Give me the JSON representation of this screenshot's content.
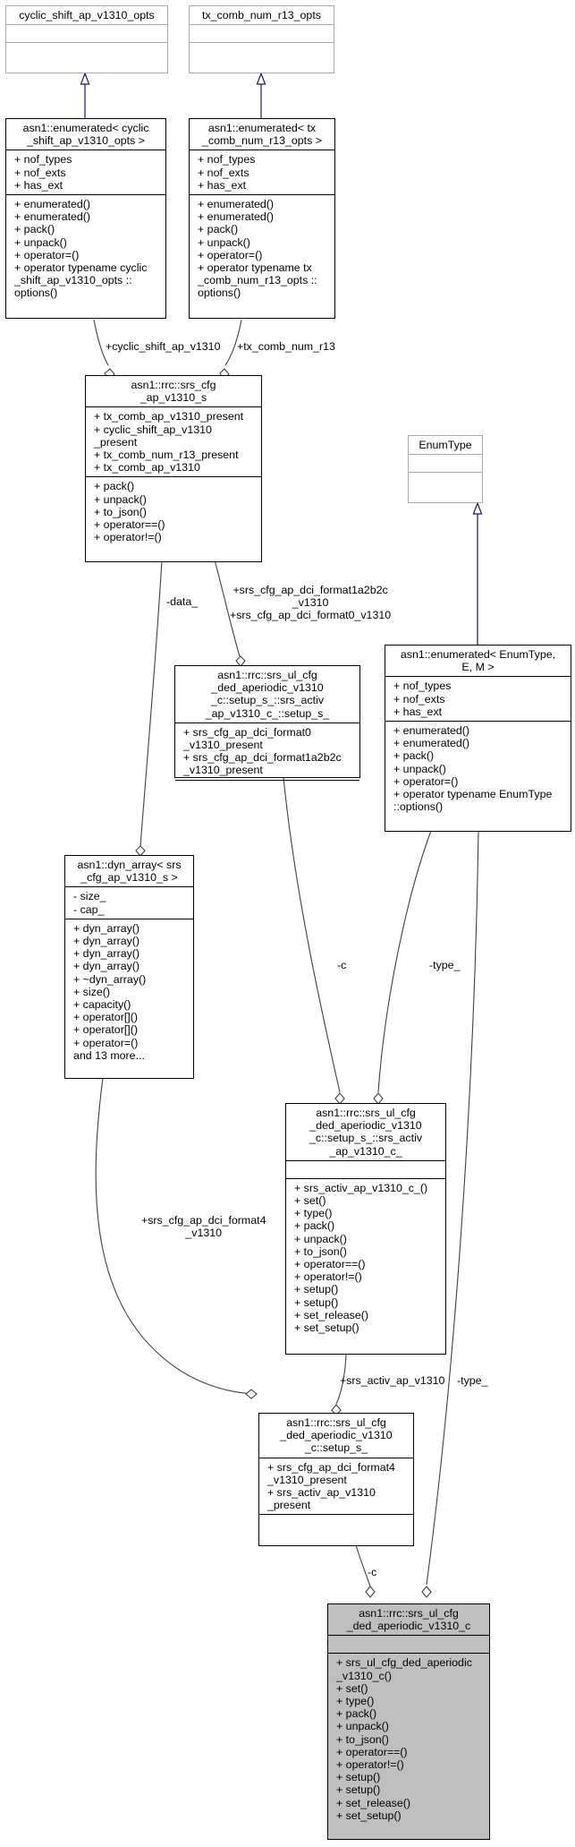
{
  "classes": {
    "cyclic_opts": {
      "title": "cyclic_shift_ap_v1310_opts",
      "attrs": [],
      "methods": []
    },
    "txcomb_opts": {
      "title": "tx_comb_num_r13_opts",
      "attrs": [],
      "methods": []
    },
    "enum_cyclic": {
      "title": "asn1::enumerated< cyclic\n_shift_ap_v1310_opts >",
      "attrs": [
        "+ nof_types",
        "+ nof_exts",
        "+ has_ext"
      ],
      "methods": [
        "+ enumerated()",
        "+ enumerated()",
        "+ pack()",
        "+ unpack()",
        "+ operator=()",
        "+ operator typename cyclic\n_shift_ap_v1310_opts ::\noptions()"
      ]
    },
    "enum_txcomb": {
      "title": "asn1::enumerated< tx\n_comb_num_r13_opts >",
      "attrs": [
        "+ nof_types",
        "+ nof_exts",
        "+ has_ext"
      ],
      "methods": [
        "+ enumerated()",
        "+ enumerated()",
        "+ pack()",
        "+ unpack()",
        "+ operator=()",
        "+ operator typename tx\n_comb_num_r13_opts ::\noptions()"
      ]
    },
    "srs_cfg_ap": {
      "title": "asn1::rrc::srs_cfg\n_ap_v1310_s",
      "attrs": [
        "+ tx_comb_ap_v1310_present",
        "+ cyclic_shift_ap_v1310\n_present",
        "+ tx_comb_num_r13_present",
        "+ tx_comb_ap_v1310"
      ],
      "methods": [
        "+ pack()",
        "+ unpack()",
        "+ to_json()",
        "+ operator==()",
        "+ operator!=()"
      ]
    },
    "enumtype": {
      "title": "EnumType",
      "attrs": [],
      "methods": []
    },
    "enum_generic": {
      "title": "asn1::enumerated< EnumType,\n E, M >",
      "attrs": [
        "+ nof_types",
        "+ nof_exts",
        "+ has_ext"
      ],
      "methods": [
        "+ enumerated()",
        "+ enumerated()",
        "+ pack()",
        "+ unpack()",
        "+ operator=()",
        "+ operator typename EnumType\n::options()"
      ]
    },
    "setup_s_inner": {
      "title": "asn1::rrc::srs_ul_cfg\n_ded_aperiodic_v1310\n_c::setup_s_::srs_activ\n_ap_v1310_c_::setup_s_",
      "attrs": [
        "+ srs_cfg_ap_dci_format0\n_v1310_present",
        "+ srs_cfg_ap_dci_format1a2b2c\n_v1310_present"
      ],
      "methods": []
    },
    "dyn_array": {
      "title": "asn1::dyn_array< srs\n_cfg_ap_v1310_s >",
      "attrs": [
        "- size_",
        "- cap_"
      ],
      "methods": [
        "+ dyn_array()",
        "+ dyn_array()",
        "+ dyn_array()",
        "+ dyn_array()",
        "+ ~dyn_array()",
        "+ size()",
        "+ capacity()",
        "+ operator[]()",
        "+ operator[]()",
        "+ operator=()",
        "and 13 more..."
      ]
    },
    "srs_activ": {
      "title": "asn1::rrc::srs_ul_cfg\n_ded_aperiodic_v1310\n_c::setup_s_::srs_activ\n_ap_v1310_c_",
      "attrs": [],
      "methods": [
        "+ srs_activ_ap_v1310_c_()",
        "+ set()",
        "+ type()",
        "+ pack()",
        "+ unpack()",
        "+ to_json()",
        "+ operator==()",
        "+ operator!=()",
        "+ setup()",
        "+ setup()",
        "+ set_release()",
        "+ set_setup()"
      ]
    },
    "setup_s": {
      "title": "asn1::rrc::srs_ul_cfg\n_ded_aperiodic_v1310\n_c::setup_s_",
      "attrs": [
        "+ srs_cfg_ap_dci_format4\n_v1310_present",
        "+ srs_activ_ap_v1310\n_present"
      ],
      "methods": []
    },
    "main": {
      "title": "asn1::rrc::srs_ul_cfg\n_ded_aperiodic_v1310_c",
      "attrs": [],
      "methods": [
        "+ srs_ul_cfg_ded_aperiodic\n_v1310_c()",
        "+ set()",
        "+ type()",
        "+ pack()",
        "+ unpack()",
        "+ to_json()",
        "+ operator==()",
        "+ operator!=()",
        "+ setup()",
        "+ setup()",
        "+ set_release()",
        "+ set_setup()"
      ]
    }
  },
  "edge_labels": {
    "cyclic_shift": "+cyclic_shift_ap_v1310",
    "tx_comb_num": "+tx_comb_num_r13",
    "data": "-data_",
    "dci_formats": "+srs_cfg_ap_dci_format1a2b2c\n_v1310\n+srs_cfg_ap_dci_format0_v1310",
    "c_inner": "-c",
    "type_inner": "-type_",
    "dci_format4": "+srs_cfg_ap_dci_format4\n_v1310",
    "srs_activ": "+srs_activ_ap_v1310",
    "type_main": "-type_",
    "c_main": "-c"
  },
  "colors": {
    "inheritance": "#191970",
    "border": "#000000",
    "faded_border": "#a9a9a9",
    "focus_fill": "#bfbfbf"
  }
}
